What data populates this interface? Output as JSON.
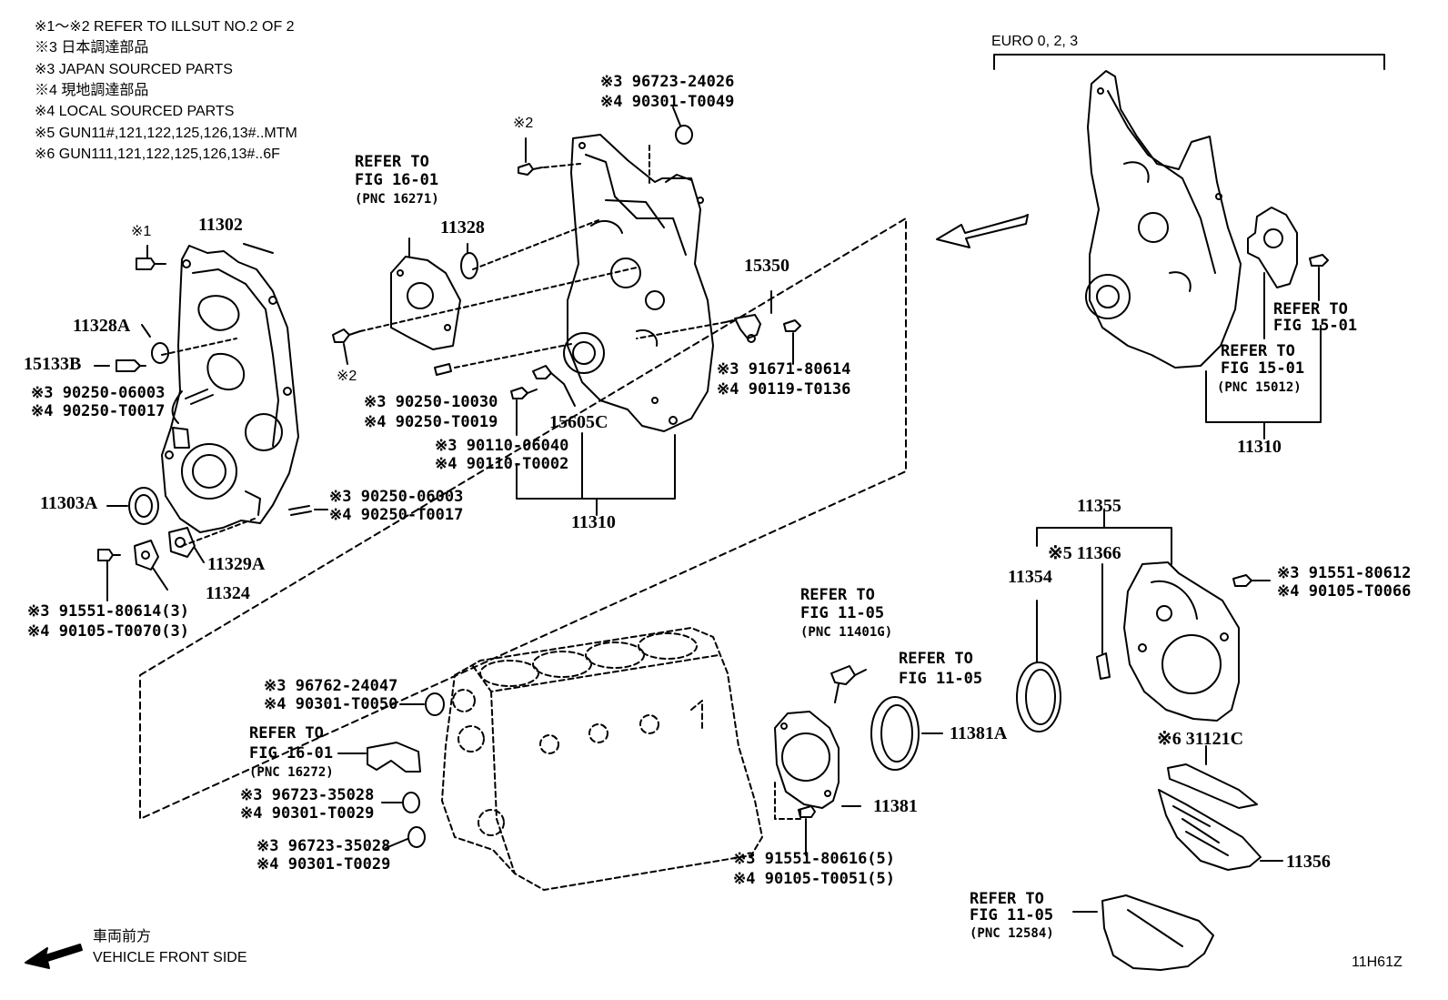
{
  "notes": {
    "line1": "※1～※2 REFER TO ILLSUT NO.2 OF 2",
    "line2": "※3 日本調達部品",
    "line3": "※3 JAPAN SOURCED PARTS",
    "line4": "※4 現地調達部品",
    "line5": "※4 LOCAL SOURCED PARTS",
    "line6": "※5 GUN11#,121,122,125,126,13#..MTM",
    "line7": "※6 GUN111,121,122,125,126,13#..6F"
  },
  "euro_label": "EURO 0, 2, 3",
  "footer": {
    "jp": "車両前方",
    "en": "VEHICLE FRONT SIDE",
    "fig_code": "11H61Z"
  },
  "callouts": {
    "n1": "※1",
    "n2a": "※2",
    "n2b": "※2",
    "p11302": "11302",
    "p11328a": "11328A",
    "p15133b": "15133B",
    "p9025006003_l3": "※3 90250-06003",
    "p90250t0017_l4": "※4 90250-T0017",
    "p11303a": "11303A",
    "p9025006003_r3": "※3 90250-06003",
    "p90250t0017_r4": "※4 90250-T0017",
    "p11329a": "11329A",
    "p11324": "11324",
    "p91551_3": "※3 91551-80614(3)",
    "p90105_3": "※4 90105-T0070(3)",
    "ref1601_a": "REFER TO",
    "ref1601_b": "FIG 16-01",
    "ref1601_c": "(PNC 16271)",
    "p11328": "11328",
    "p9672324026": "※3 96723-24026",
    "p90301t0049": "※4 90301-T0049",
    "p9025010030": "※3 90250-10030",
    "p90250t0019": "※4 90250-T0019",
    "p15605c": "15605C",
    "p9011006040": "※3 90110-06040",
    "p90110t0002": "※4 90110-T0002",
    "p11310_mid": "11310",
    "p15350": "15350",
    "p9167180614": "※3 91671-80614",
    "p90119t0136": "※4 90119-T0136",
    "ref1501_a1": "REFER TO",
    "ref1501_b1": "FIG 15-01",
    "ref1501_a2": "REFER TO",
    "ref1501_b2": "FIG 15-01",
    "ref1501_c2": "(PNC 15012)",
    "p11310_right": "11310",
    "p11355": "11355",
    "p11366": "※5 11366",
    "p11354": "11354",
    "p9155180612": "※3 91551-80612",
    "p90105t0066": "※4 90105-T0066",
    "ref1105_a": "REFER TO",
    "ref1105_b": "FIG 11-05",
    "ref1105_c": "(PNC 11401G)",
    "ref1105b_a": "REFER TO",
    "ref1105b_b": "FIG 11-05",
    "p11381a": "11381A",
    "p11381": "11381",
    "p9155180616": "※3 91551-80616(5)",
    "p90105t0051": "※4 90105-T0051(5)",
    "p31121c": "※6 31121C",
    "p11356": "11356",
    "ref1105c_a": "REFER TO",
    "ref1105c_b": "FIG 11-05",
    "ref1105c_c": "(PNC 12584)",
    "p9676224047": "※3 96762-24047",
    "p90301t0050": "※4 90301-T0050",
    "ref1601b_a": "REFER TO",
    "ref1601b_b": "FIG 16-01",
    "ref1601b_c": "(PNC 16272)",
    "p9672335028_a": "※3 96723-35028",
    "p90301t0029_a": "※4 90301-T0029",
    "p9672335028_b": "※3 96723-35028",
    "p90301t0029_b": "※4 90301-T0029"
  }
}
